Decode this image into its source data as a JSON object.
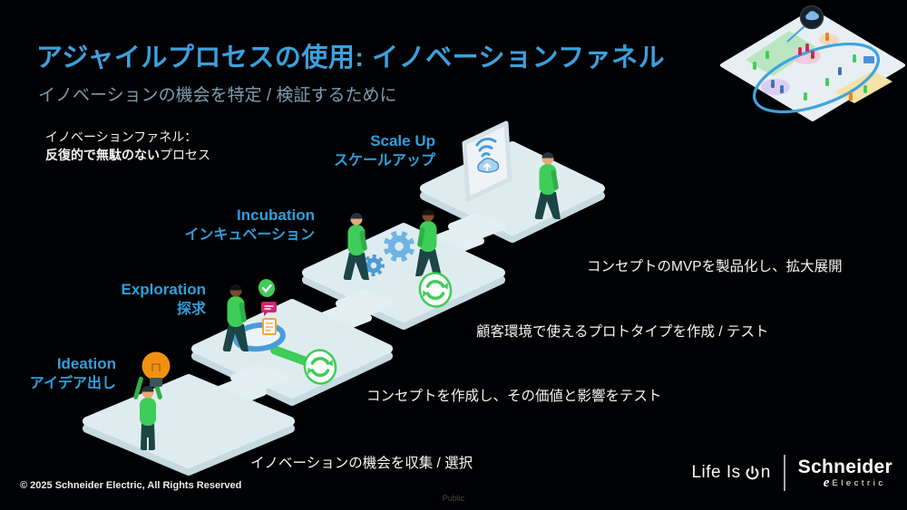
{
  "slide": {
    "title": "アジャイルプロセスの使用: イノベーションファネル",
    "subtitle": "イノベーションの機会を特定 / 検証するために",
    "note_line1": "イノベーションファネル：",
    "note_line2_bold": "反復的で無駄のない",
    "note_line2_rest": "プロセス"
  },
  "steps": [
    {
      "en": "Ideation",
      "ja": "アイデア出し",
      "description": "イノベーションの機会を収集 / 選択"
    },
    {
      "en": "Exploration",
      "ja": "探求",
      "description": "コンセプトを作成し、その価値と影響をテスト"
    },
    {
      "en": "Incubation",
      "ja": "インキュベーション",
      "description": "顧客環境で使えるプロトタイプを作成 / テスト"
    },
    {
      "en": "Scale Up",
      "ja": "スケールアップ",
      "description": "コンセプトのMVPを製品化し、拡大展開"
    }
  ],
  "footer": {
    "copyright": "© 2025 Schneider Electric, All Rights Reserved",
    "classification": "Public",
    "tagline_prefix": "Life Is",
    "tagline_suffix": "n",
    "brand_name": "Schneider",
    "brand_script_e": "e",
    "brand_sub": "Electric"
  },
  "colors": {
    "accent_blue": "#3DA0DC",
    "subtitle_blue_gray": "#7C9DB0",
    "brand_green": "#3DCD58",
    "platform_light": "#DFECEF",
    "bulb_orange": "#F29111",
    "gear_blue": "#5EA9DE",
    "bubble_pink": "#D6246E",
    "doc_orange": "#F2A444",
    "background": "#000000"
  }
}
